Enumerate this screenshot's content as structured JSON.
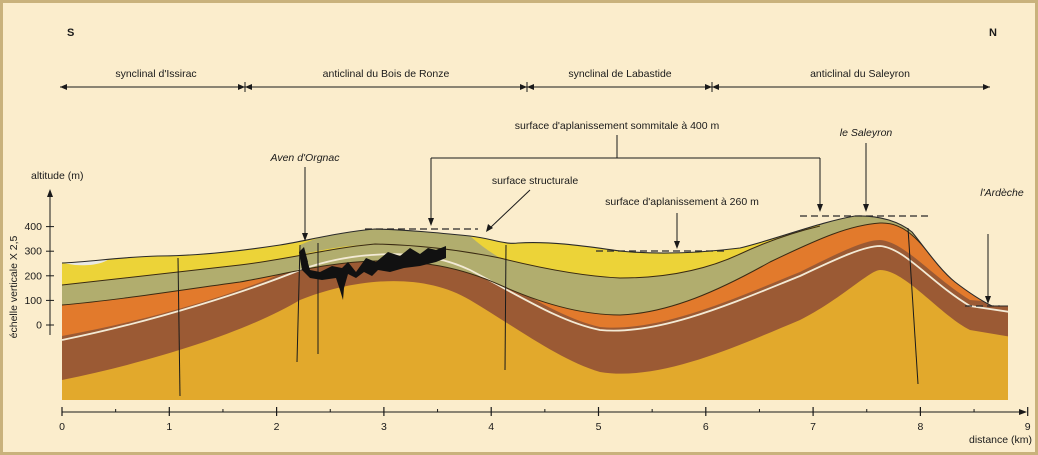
{
  "orientation": {
    "south": "S",
    "north": "N"
  },
  "structures": [
    {
      "label": "synclinal d'Issirac"
    },
    {
      "label": "anticlinal du Bois de Ronze"
    },
    {
      "label": "synclinal de Labastide"
    },
    {
      "label": "anticlinal du Saleyron"
    }
  ],
  "annotations": {
    "summit_surface": "surface d'aplanissement sommitale à 400 m",
    "structural_surface": "surface structurale",
    "surface_260": "surface d'aplanissement à 260 m",
    "aven": "Aven d'Orgnac",
    "saleyron": "le Saleyron",
    "ardeche": "l'Ardèche"
  },
  "y_axis": {
    "label": "altitude (m)",
    "vertical_exaggeration": "échelle verticale X 2,5",
    "ticks": [
      "400",
      "300",
      "200",
      "100",
      "0"
    ]
  },
  "x_axis": {
    "label": "distance (km)",
    "ticks": [
      "0",
      "1",
      "2",
      "3",
      "4",
      "5",
      "6",
      "7",
      "8",
      "9"
    ]
  },
  "colors": {
    "background": "#fbedcc",
    "frame": "#c9b27c",
    "white_chalk": "#e9e9e4",
    "yellow": "#ecd338",
    "olive": "#b1ad6e",
    "orange": "#e27a2c",
    "brown": "#9b5a34",
    "base_yellow": "#e2a92c",
    "cave": "#111111"
  }
}
